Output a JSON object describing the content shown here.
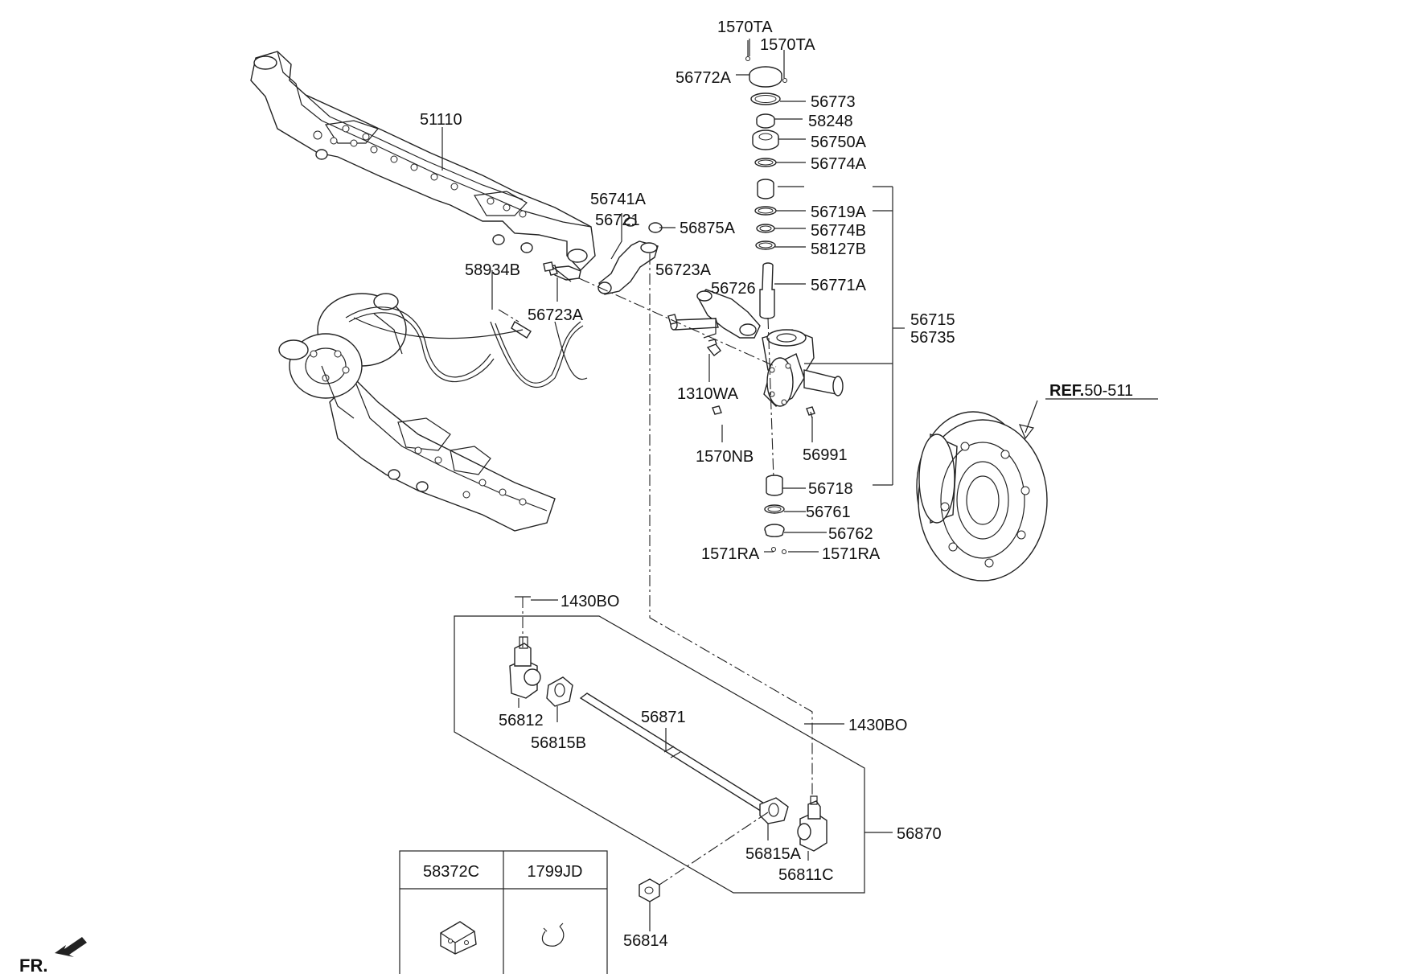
{
  "diagram": {
    "labels": {
      "p1570TA_a": "1570TA",
      "p1570TA_b": "1570TA",
      "p56772A": "56772A",
      "p56773": "56773",
      "p58248": "58248",
      "p56750A": "56750A",
      "p56774A": "56774A",
      "p56719A": "56719A",
      "p56774B": "56774B",
      "p58127B": "58127B",
      "p56771A": "56771A",
      "p56715": "56715",
      "p56735": "56735",
      "p51110": "51110",
      "p56741A": "56741A",
      "p56721": "56721",
      "p56875A": "56875A",
      "p58934B": "58934B",
      "p56723A_a": "56723A",
      "p56723A_b": "56723A",
      "p56726": "56726",
      "p1310WA": "1310WA",
      "p1570NB": "1570NB",
      "p56991": "56991",
      "p56718": "56718",
      "p56761": "56761",
      "p56762": "56762",
      "p1571RA_a": "1571RA",
      "p1571RA_b": "1571RA",
      "ref_prefix": "REF.",
      "ref_value": "50-511",
      "p1430BO_a": "1430BO",
      "p1430BO_b": "1430BO",
      "p56812": "56812",
      "p56815B": "56815B",
      "p56871": "56871",
      "p56870": "56870",
      "p56815A": "56815A",
      "p56811C": "56811C",
      "p56814": "56814",
      "fr": "FR."
    },
    "table": {
      "headers": [
        "58372C",
        "1799JD"
      ]
    }
  }
}
